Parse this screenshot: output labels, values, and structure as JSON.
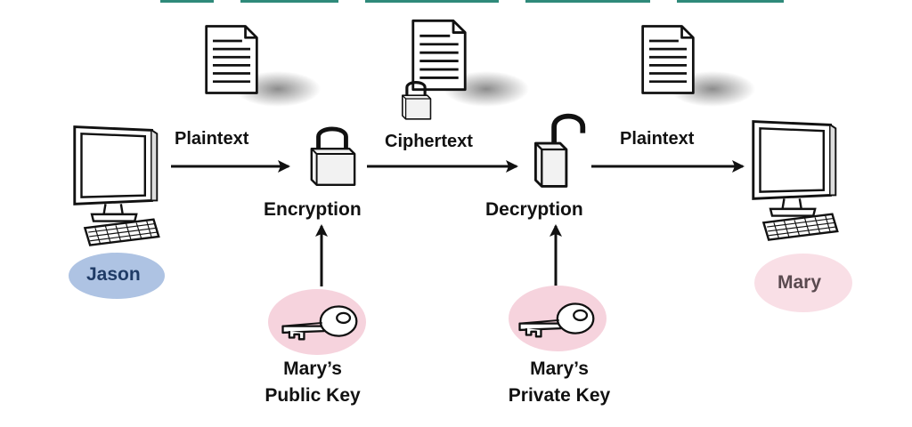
{
  "flow_labels": {
    "left": "Plaintext",
    "middle": "Ciphertext",
    "right": "Plaintext"
  },
  "steps": {
    "encryption": "Encryption",
    "decryption": "Decryption"
  },
  "keys": {
    "public": {
      "line1": "Mary’s",
      "line2": "Public Key"
    },
    "private": {
      "line1": "Mary’s",
      "line2": "Private Key"
    }
  },
  "people": {
    "sender": "Jason",
    "receiver": "Mary"
  },
  "colors": {
    "sender_badge": "#aec3e3",
    "receiver_badge": "#f9dfe6",
    "key_badge": "#f6d3dd",
    "sender_text": "#1f3b66",
    "receiver_text": "#5a4a4f",
    "arrow": "#111111"
  },
  "icons": [
    "computer-icon",
    "document-icon",
    "padlock-closed-icon",
    "padlock-open-icon",
    "key-icon"
  ]
}
